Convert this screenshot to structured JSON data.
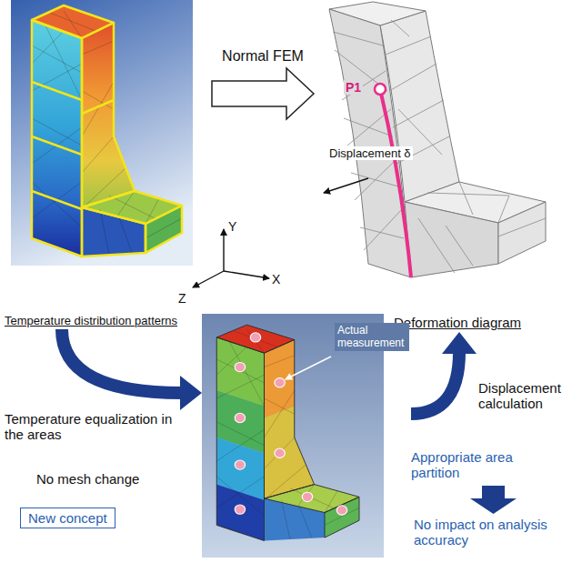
{
  "diagram": {
    "nodes": [
      {
        "text": [
          "Temperature distribution patterns"
        ]
      },
      {
        "text": [
          "Deformation diagram"
        ]
      },
      {
        "text": [
          "Actual measurement"
        ]
      },
      {
        "text": [
          "New concept"
        ]
      }
    ],
    "edges": [
      {
        "from": 0,
        "to": 1,
        "arrow": "to",
        "label": "Normal FEM"
      },
      {
        "from": 0,
        "to": 2,
        "arrow": "to",
        "label": "Temperature equalization in the areas"
      },
      {
        "from": 2,
        "to": 1,
        "arrow": "to",
        "label": "Displacement calculation"
      }
    ],
    "labels": [
      "P1",
      "Displacement δ",
      "Y",
      "X",
      "Z",
      "No mesh change",
      "Appropriate area partition",
      "No impact on analysis accuracy"
    ]
  }
}
